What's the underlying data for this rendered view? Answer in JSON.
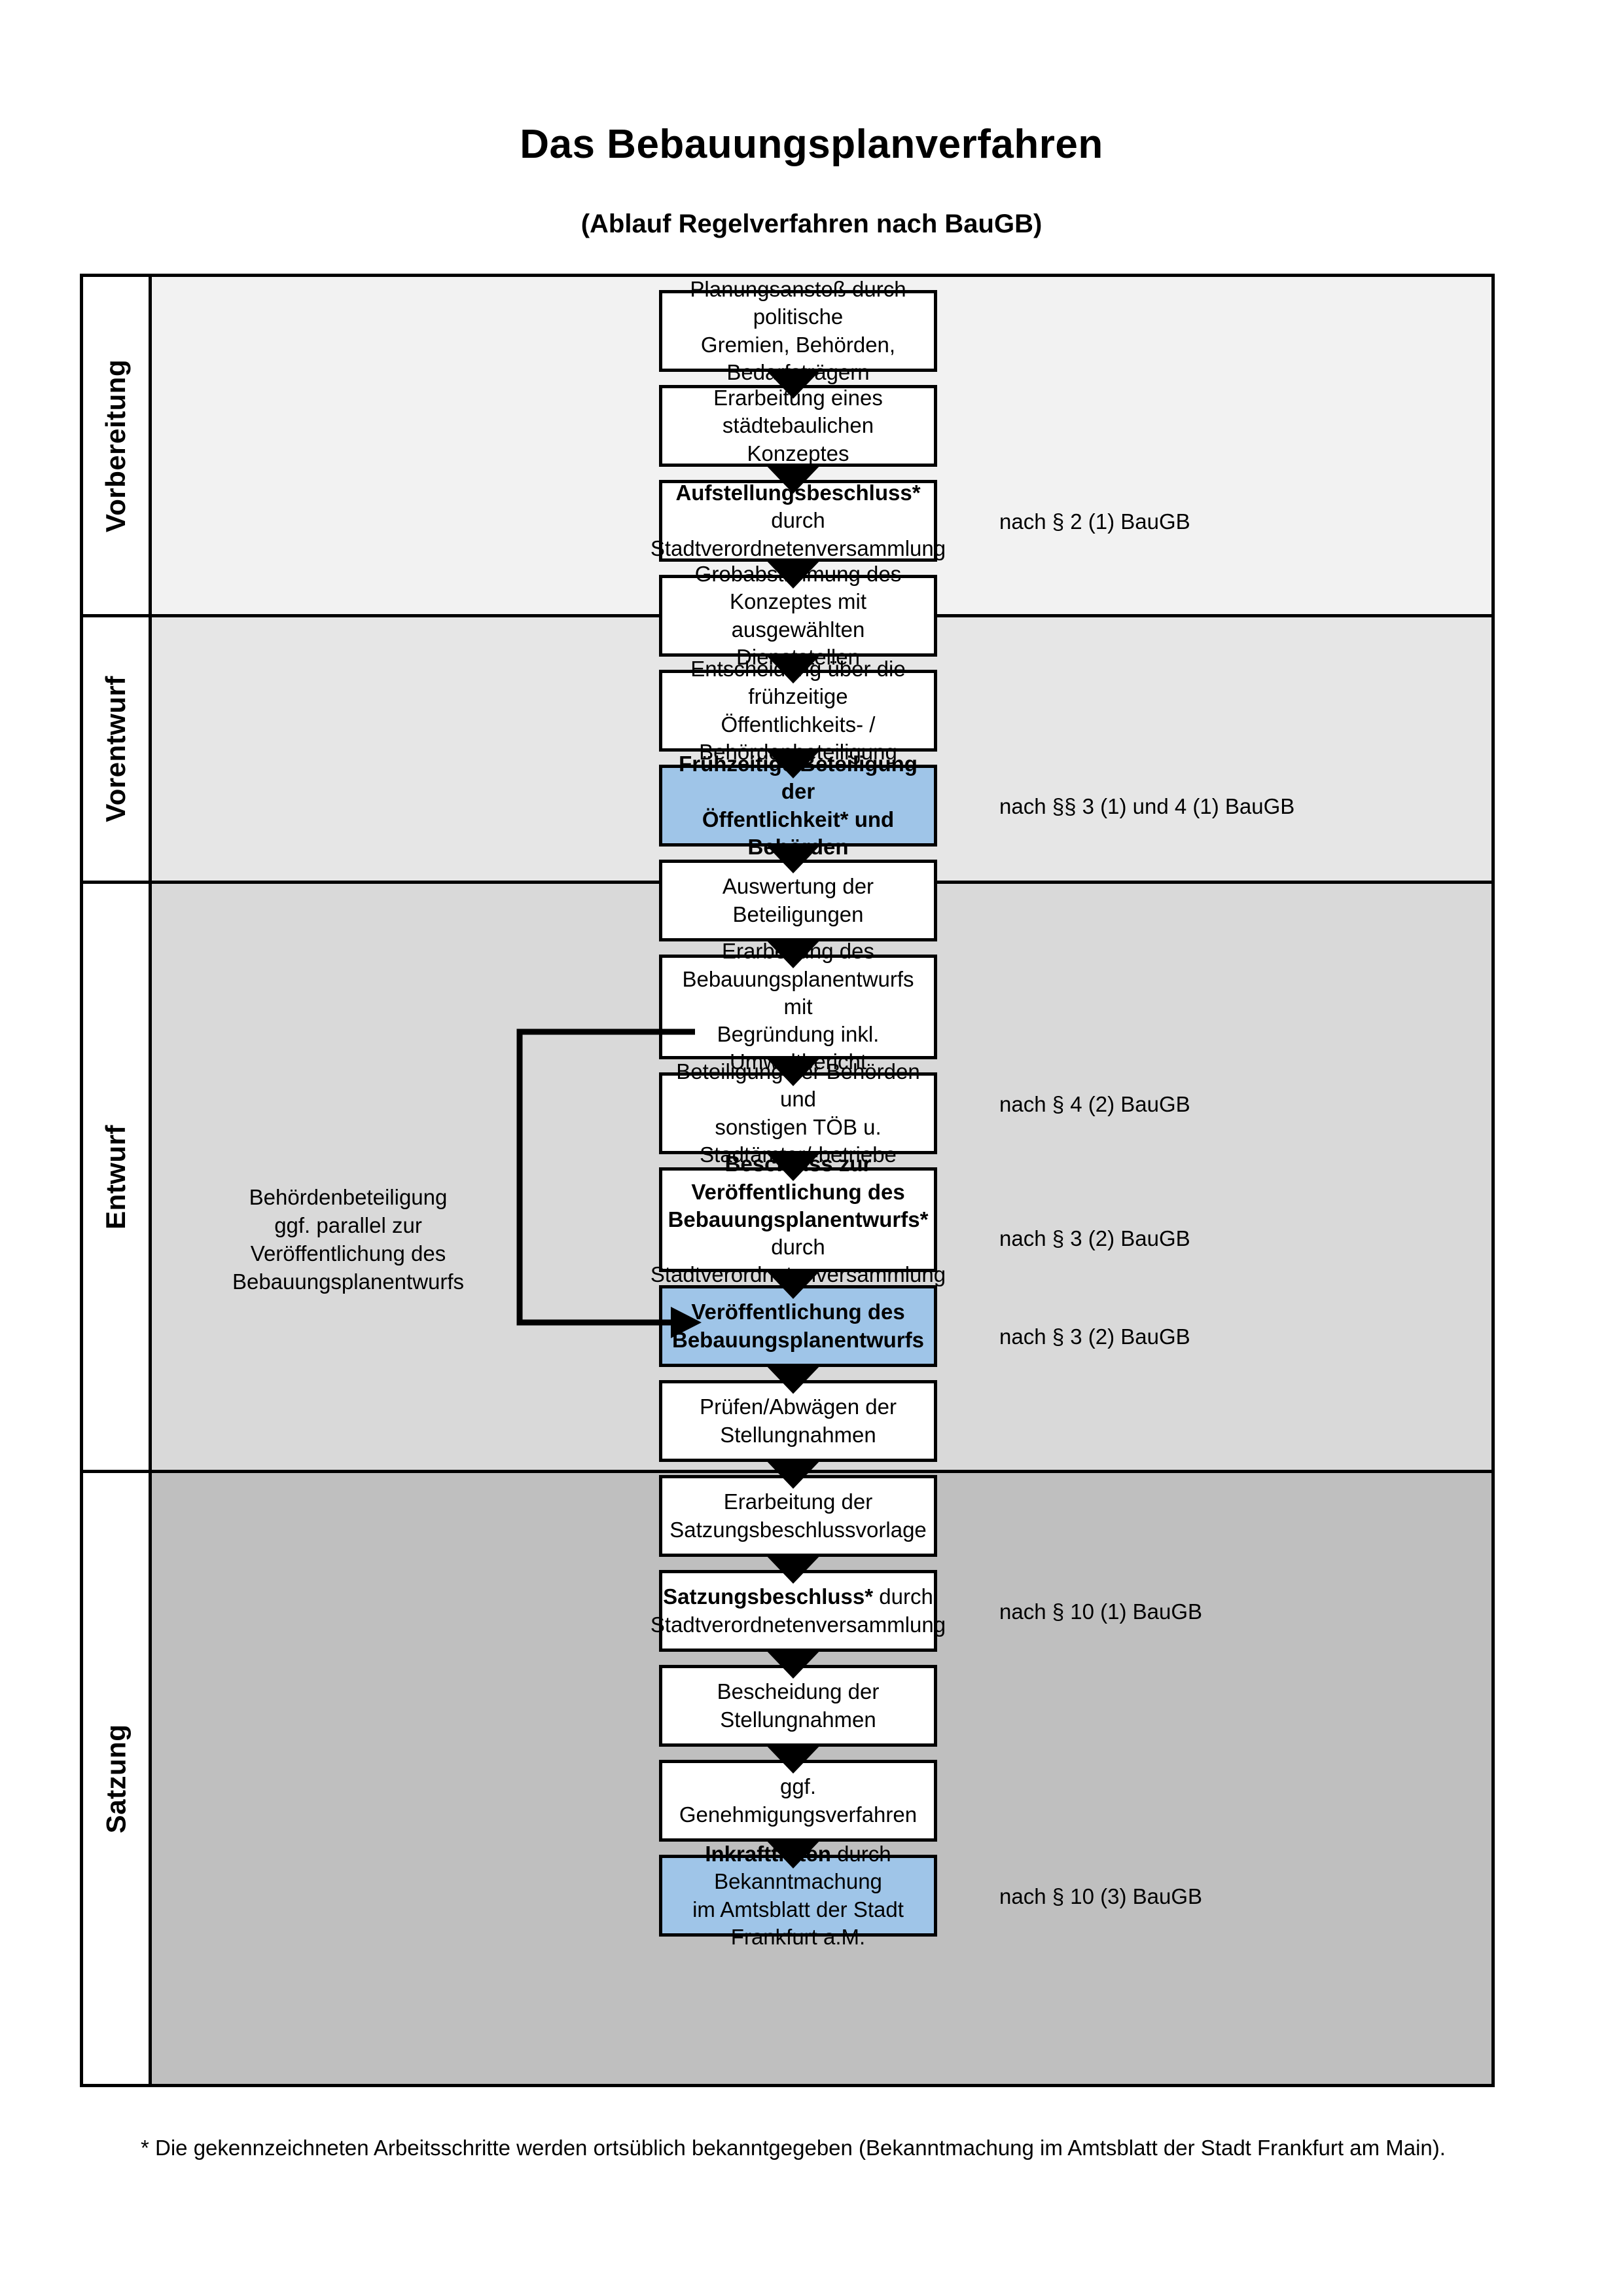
{
  "header": {
    "title": "Das Bebauungsplanverfahren",
    "subtitle": "(Ablauf Regelverfahren nach BauGB)"
  },
  "colors": {
    "highlight_blue": "#9FC5E8",
    "band_vorbereitung": "#F2F2F2",
    "band_vorentwurf": "#E6E6E6",
    "band_entwurf": "#D9D9D9",
    "band_satzung": "#BFBFBF",
    "border": "#000000"
  },
  "phases": [
    {
      "id": "vorbereitung",
      "label": "Vorbereitung"
    },
    {
      "id": "vorentwurf",
      "label": "Vorentwurf"
    },
    {
      "id": "entwurf",
      "label": "Entwurf"
    },
    {
      "id": "satzung",
      "label": "Satzung"
    }
  ],
  "steps": [
    {
      "id": "planungsanstoss",
      "phase": "vorbereitung",
      "line1": "Planungsanstoß durch politische",
      "line2": "Gremien, Behörden, Bedarfsträgern",
      "highlighted": false,
      "bold_prefix": ""
    },
    {
      "id": "staedtebauliches-konzept",
      "phase": "vorbereitung",
      "line1": "Erarbeitung eines städtebaulichen",
      "line2": "Konzeptes",
      "highlighted": false,
      "bold_prefix": ""
    },
    {
      "id": "aufstellungsbeschluss",
      "phase": "vorbereitung",
      "bold_prefix": "Aufstellungsbeschluss*",
      "line1_rest": " durch",
      "line2": "Stadtverordnetenversammlung",
      "highlighted": false
    },
    {
      "id": "grobabstimmung",
      "phase": "vorentwurf",
      "line1": "Grobabstimmung des Konzeptes mit",
      "line2": "ausgewählten Dienststellen",
      "highlighted": false,
      "bold_prefix": ""
    },
    {
      "id": "entscheidung-fruehzeitige",
      "phase": "vorentwurf",
      "line1": "Entscheidung über die frühzeitige",
      "line2": "Öffentlichkeits- / Behördenbeteiligung",
      "highlighted": false,
      "bold_prefix": ""
    },
    {
      "id": "fruehzeitige-beteiligung",
      "phase": "vorentwurf",
      "line1": "Frühzeitige Beteiligung der",
      "line2": "Öffentlichkeit* und Behörden",
      "highlighted": true,
      "all_bold": true,
      "bold_prefix": ""
    },
    {
      "id": "auswertung",
      "phase": "entwurf",
      "line1": "Auswertung der Beteiligungen",
      "line2": "",
      "highlighted": false,
      "bold_prefix": ""
    },
    {
      "id": "erarbeitung-entwurf",
      "phase": "entwurf",
      "line1": "Erarbeitung des",
      "line2": "Bebauungsplanentwurfs mit",
      "line3": "Begründung inkl. Umweltbericht",
      "highlighted": false,
      "bold_prefix": ""
    },
    {
      "id": "beteiligung-behoerden",
      "phase": "entwurf",
      "line1": "Beteiligung der Behörden und",
      "line2": "sonstigen TÖB u. Stadtämter/-betriebe",
      "highlighted": false,
      "bold_prefix": ""
    },
    {
      "id": "beschluss-veroeffentlichung",
      "phase": "entwurf",
      "bold_line1": "Beschluss zur Veröffentlichung des",
      "bold_prefix": "Bebauungsplanentwurfs*",
      "line2_rest": " durch",
      "line3": "Stadtverordnetenversammlung",
      "highlighted": false
    },
    {
      "id": "veroeffentlichung",
      "phase": "entwurf",
      "line1": "Veröffentlichung des",
      "line2": "Bebauungsplanentwurfs",
      "highlighted": true,
      "all_bold": true,
      "bold_prefix": ""
    },
    {
      "id": "pruefen-abwaegen",
      "phase": "satzung",
      "line1": "Prüfen/Abwägen der Stellungnahmen",
      "line2": "",
      "highlighted": false,
      "bold_prefix": ""
    },
    {
      "id": "satzungsbeschlussvorlage",
      "phase": "satzung",
      "line1": "Erarbeitung der",
      "line2": "Satzungsbeschlussvorlage",
      "highlighted": false,
      "bold_prefix": ""
    },
    {
      "id": "satzungsbeschluss",
      "phase": "satzung",
      "bold_prefix": "Satzungsbeschluss*",
      "line1_rest": " durch",
      "line2": "Stadtverordnetenversammlung",
      "highlighted": false
    },
    {
      "id": "bescheidung",
      "phase": "satzung",
      "line1": "Bescheidung der Stellungnahmen",
      "line2": "",
      "highlighted": false,
      "bold_prefix": ""
    },
    {
      "id": "genehmigungsverfahren",
      "phase": "satzung",
      "line1": "ggf. Genehmigungsverfahren",
      "line2": "",
      "highlighted": false,
      "bold_prefix": ""
    },
    {
      "id": "inkrafttreten",
      "phase": "satzung",
      "bold_prefix": "Inkrafttreten",
      "line1_rest": " durch Bekanntmachung",
      "line2": "im Amtsblatt der Stadt Frankfurt a.M.",
      "highlighted": true
    }
  ],
  "legal_refs": [
    {
      "id": "ref-par2-1",
      "text": "nach § 2 (1) BauGB"
    },
    {
      "id": "ref-par3-1-4-1",
      "text": "nach §§ 3 (1) und 4 (1) BauGB"
    },
    {
      "id": "ref-par4-2",
      "text": "nach § 4 (2) BauGB"
    },
    {
      "id": "ref-par3-2-a",
      "text": "nach § 3 (2) BauGB"
    },
    {
      "id": "ref-par3-2-b",
      "text": "nach § 3 (2) BauGB"
    },
    {
      "id": "ref-par10-1",
      "text": "nach § 10 (1) BauGB"
    },
    {
      "id": "ref-par10-3",
      "text": "nach § 10 (3) BauGB"
    }
  ],
  "side_note": {
    "line1": "Behördenbeteiligung",
    "line2": "ggf. parallel zur",
    "line3": "Veröffentlichung des",
    "line4": "Bebauungsplanentwurfs"
  },
  "footnote": {
    "text": "* Die gekennzeichneten Arbeitsschritte werden ortsüblich bekanntgegeben (Bekanntmachung im Amtsblatt  der Stadt Frankfurt am Main)."
  }
}
